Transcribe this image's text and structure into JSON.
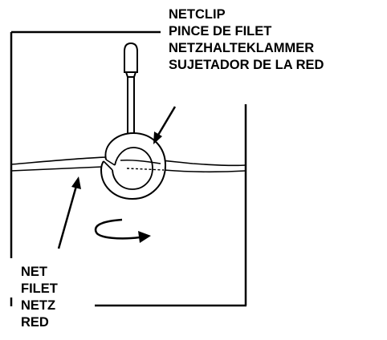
{
  "netclip_labels": {
    "en": "NETCLIP",
    "fr": "PINCE DE FILET",
    "de": "NETZHALTEKLAMMER",
    "es": "SUJETADOR DE LA RED"
  },
  "net_labels": {
    "en": "NET",
    "fr": "FILET",
    "de": "NETZ",
    "es": "RED"
  },
  "colors": {
    "ink": "#000000",
    "paper": "#ffffff"
  }
}
